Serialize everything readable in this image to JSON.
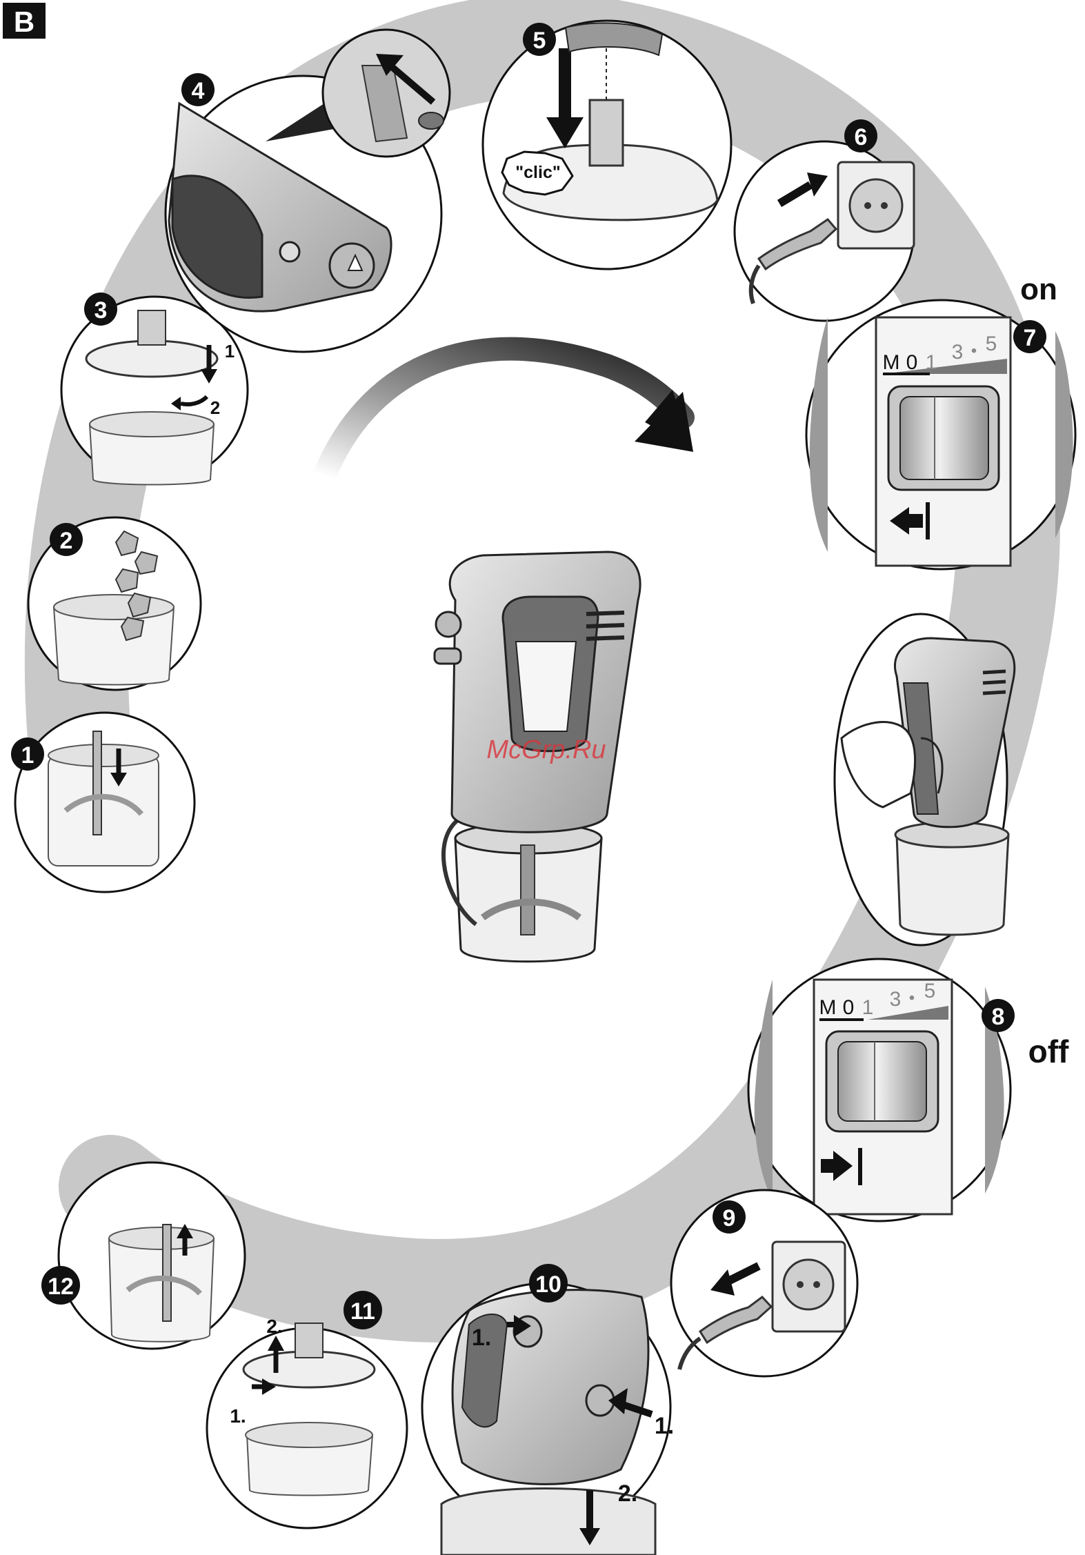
{
  "section_label": "B",
  "state_on": "on",
  "state_off": "off",
  "steps": [
    "1",
    "2",
    "3",
    "4",
    "5",
    "6",
    "7",
    "8",
    "9",
    "10",
    "11",
    "12"
  ],
  "step3_sub": [
    "1",
    "2"
  ],
  "step5_sound": "\"clic\"",
  "speed_dial": {
    "m": "M",
    "zero": "0",
    "one": "1",
    "three": "3",
    "dot": "•",
    "five": "5"
  },
  "step10_sub": [
    "1.",
    "1.",
    "2."
  ],
  "step11_sub": [
    "2.",
    "1."
  ],
  "watermark": "McGrp.Ru",
  "colors": {
    "ink": "#111111",
    "band": "#c8c8c8",
    "panel": "#f2f2f2",
    "mid": "#8a8a8a",
    "watermark": "#d9333a"
  }
}
